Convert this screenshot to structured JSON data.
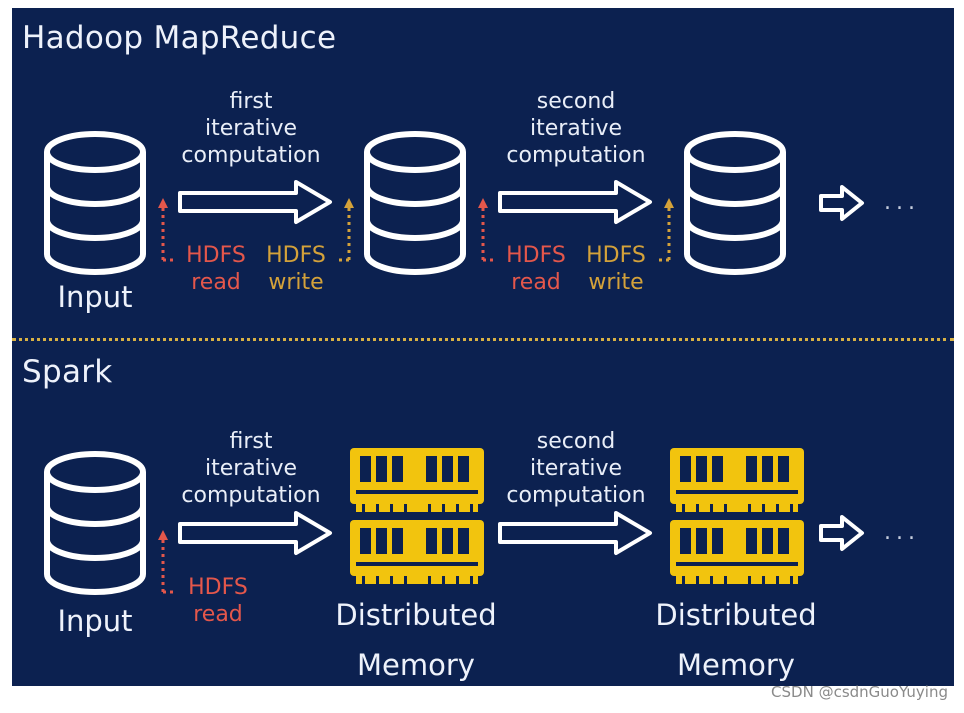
{
  "hadoop": {
    "title": "Hadoop MapReduce",
    "input_label": "Input",
    "step1": {
      "line1": "first",
      "line2": "iterative",
      "line3": "computation"
    },
    "step2": {
      "line1": "second",
      "line2": "iterative",
      "line3": "computation"
    },
    "hdfs_read": {
      "line1": "HDFS",
      "line2": "read"
    },
    "hdfs_write": {
      "line1": "HDFS",
      "line2": "write"
    },
    "ellipsis": "...",
    "colors": {
      "read": "#e4574b",
      "write": "#d4a23a"
    }
  },
  "spark": {
    "title": "Spark",
    "input_label": "Input",
    "step1": {
      "line1": "first",
      "line2": "iterative",
      "line3": "computation"
    },
    "step2": {
      "line1": "second",
      "line2": "iterative",
      "line3": "computation"
    },
    "hdfs_read": {
      "line1": "HDFS",
      "line2": "read"
    },
    "memory_label": {
      "line1": "Distributed",
      "line2": "Memory"
    },
    "ellipsis": "...",
    "colors": {
      "memory": "#f2c40e"
    }
  },
  "watermark": "CSDN @csdnGuoYuying",
  "colors": {
    "background": "#0c2150",
    "divider": "#d8b144"
  }
}
